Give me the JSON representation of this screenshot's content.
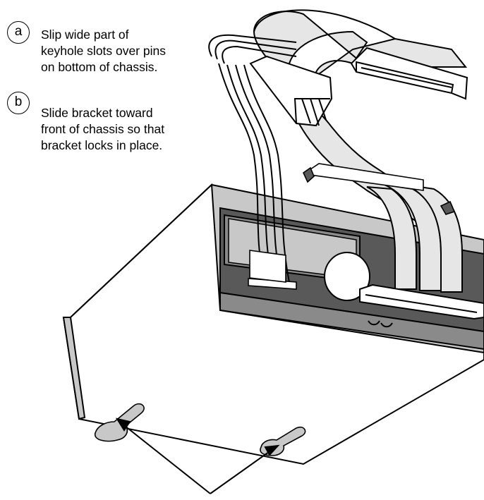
{
  "callouts": [
    {
      "marker": "a",
      "lines": [
        "Slip wide part of",
        "keyhole slots over pins",
        "on bottom of chassis."
      ]
    },
    {
      "marker": "b",
      "lines": [
        "Slide bracket toward",
        "front of chassis so that",
        "bracket locks in place."
      ]
    }
  ],
  "colors": {
    "outline": "#000000",
    "panel": "#ffffff",
    "metal": "#c8c8c8",
    "dark_face": "#595959",
    "shadow": "#8a8a8a",
    "ribbon": "#e6e6e6",
    "connector": "#ffffff"
  }
}
